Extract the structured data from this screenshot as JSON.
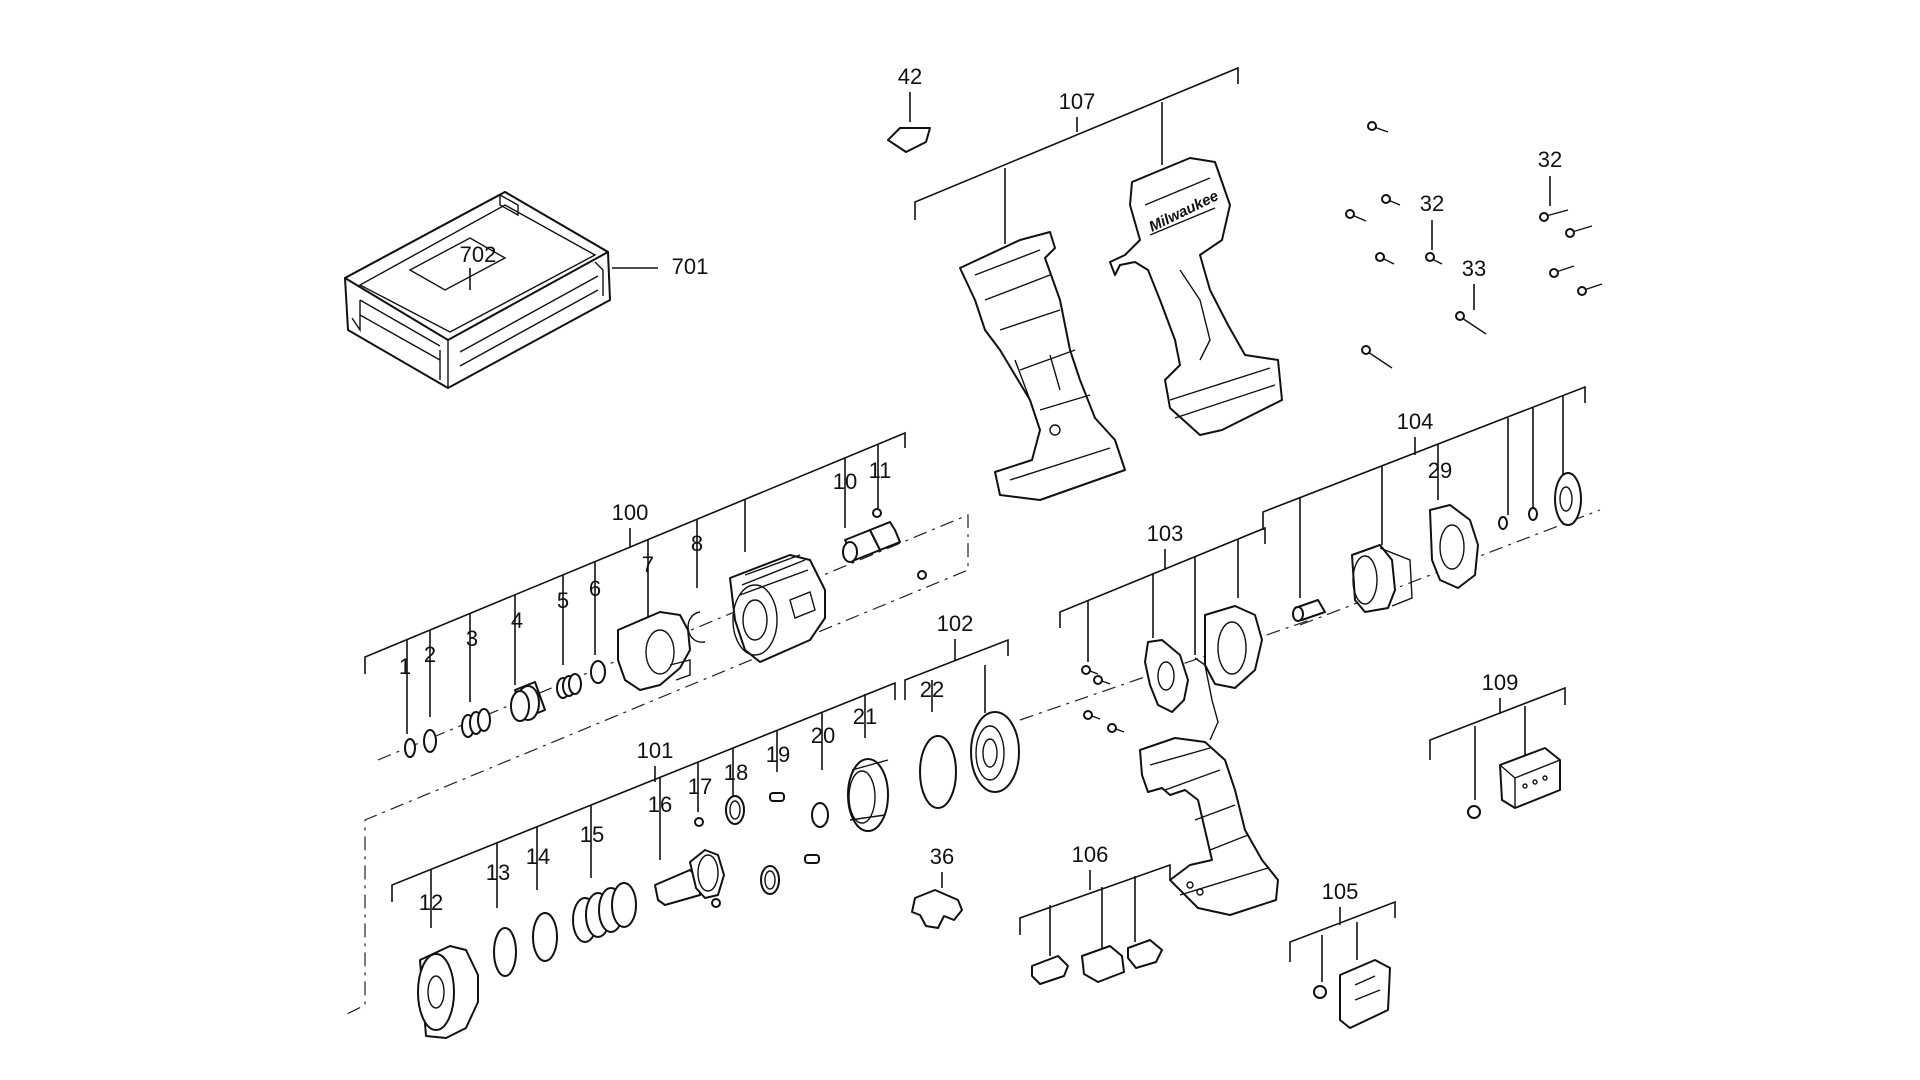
{
  "diagram": {
    "labels": {
      "l1": "1",
      "l2": "2",
      "l3": "3",
      "l4": "4",
      "l5": "5",
      "l6": "6",
      "l7": "7",
      "l8": "8",
      "l10": "10",
      "l11": "11",
      "l12": "12",
      "l13": "13",
      "l14": "14",
      "l15": "15",
      "l16": "16",
      "l17": "17",
      "l18": "18",
      "l19": "19",
      "l20": "20",
      "l21": "21",
      "l22": "22",
      "l29": "29",
      "l32a": "32",
      "l32b": "32",
      "l33": "33",
      "l36": "36",
      "l42": "42",
      "l100": "100",
      "l101": "101",
      "l102": "102",
      "l103": "103",
      "l104": "104",
      "l105": "105",
      "l106": "106",
      "l107": "107",
      "l109": "109",
      "l701": "701",
      "l702": "702"
    },
    "logo": "Milwaukee"
  }
}
